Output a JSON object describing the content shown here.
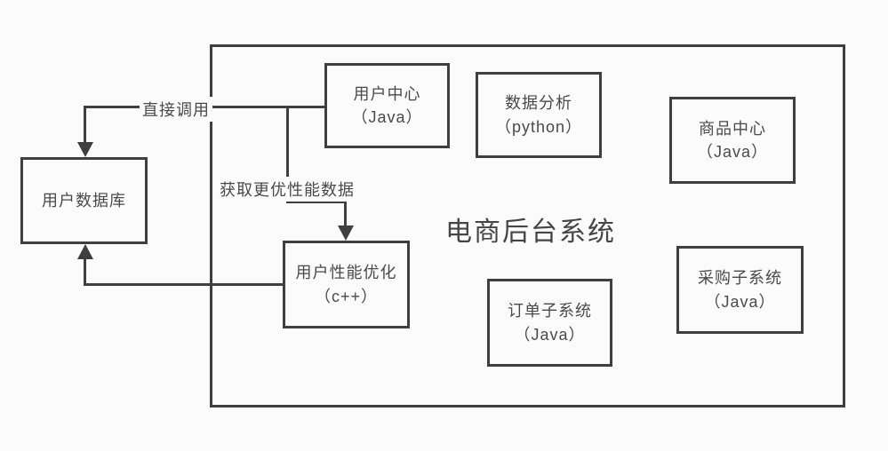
{
  "diagram": {
    "title": "电商后台系统",
    "nodes": {
      "user_database": {
        "line1": "用户数据库",
        "line2": ""
      },
      "user_center": {
        "line1": "用户中心",
        "line2": "（Java）"
      },
      "data_analysis": {
        "line1": "数据分析",
        "line2": "（python）"
      },
      "product_center": {
        "line1": "商品中心",
        "line2": "（Java）"
      },
      "order_subsystem": {
        "line1": "订单子系统",
        "line2": "（Java）"
      },
      "purchase_subsystem": {
        "line1": "采购子系统",
        "line2": "（Java）"
      },
      "user_perf_opt": {
        "line1": "用户性能优化",
        "line2": "（c++）"
      }
    },
    "edges": {
      "direct_call": "直接调用",
      "fetch_perf_data": "获取更优性能数据"
    }
  },
  "colors": {
    "line": "#3f3f3f",
    "text": "#4a4a4a",
    "background": "#fbfbfb"
  }
}
